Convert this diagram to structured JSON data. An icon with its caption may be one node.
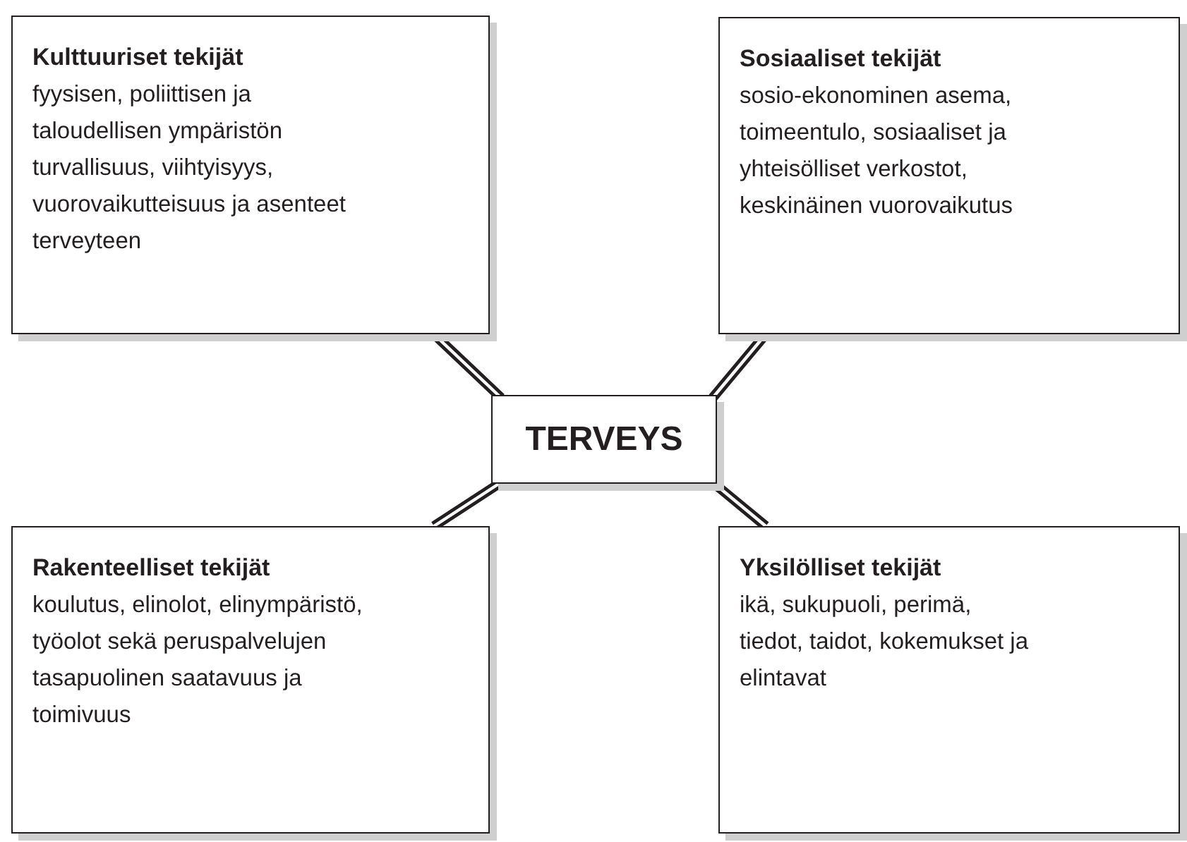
{
  "diagram": {
    "nodes": [
      {
        "text": [
          "Kulttuuriset tekijät",
          "fyysisen, poliittisen ja taloudellisen ympäristön turvallisuus, viihtyisyys, vuorovaikutteisuus ja asenteet terveyteen"
        ]
      },
      {
        "text": [
          "Sosiaaliset tekijät",
          "sosio-ekonominen asema, toimeentulo, sosiaaliset ja yhteisölliset verkostot, keskinäinen vuorovaikutus"
        ]
      },
      {
        "text": [
          "TERVEYS"
        ]
      },
      {
        "text": [
          "Rakenteelliset tekijät",
          "koulutus, elinolot, elinympäristö, työolot sekä peruspalvelujen tasapuolinen saatavuus ja toimivuus"
        ]
      },
      {
        "text": [
          "Yksilölliset tekijät",
          "ikä, sukupuoli, perimä, tiedot, taidot, kokemukset ja elintavat"
        ]
      }
    ],
    "edges": [
      {
        "from": 2,
        "to": 0,
        "arrow": "none"
      },
      {
        "from": 2,
        "to": 1,
        "arrow": "none"
      },
      {
        "from": 2,
        "to": 3,
        "arrow": "none"
      },
      {
        "from": 2,
        "to": 4,
        "arrow": "none"
      }
    ]
  }
}
